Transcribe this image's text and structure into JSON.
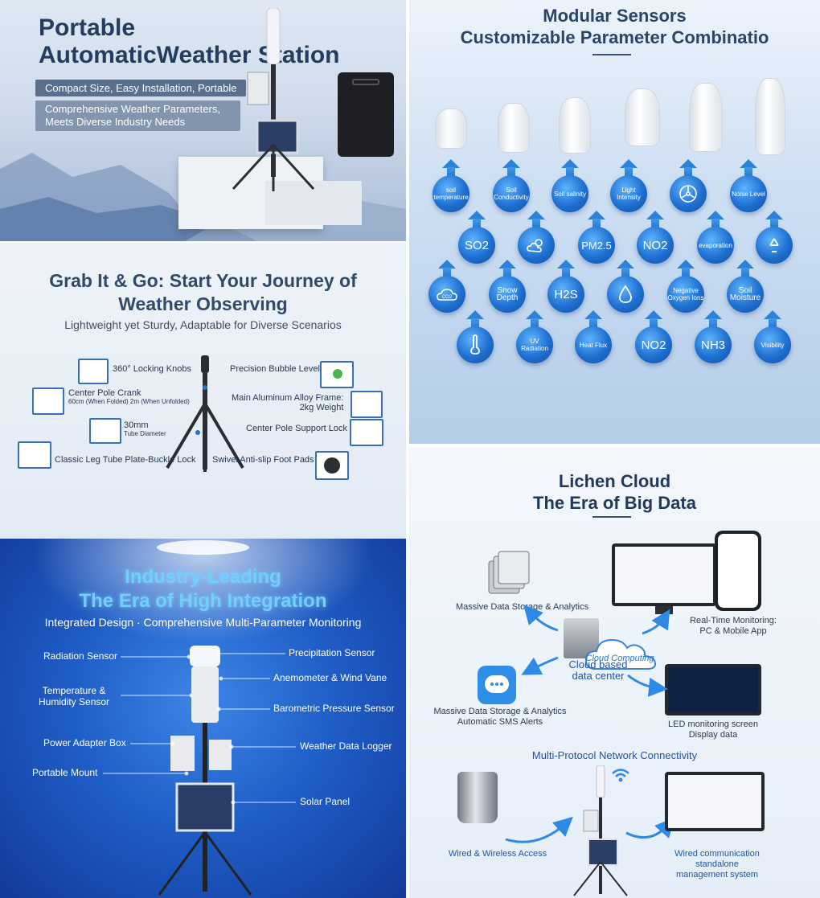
{
  "panel1": {
    "title_line1": "Portable",
    "title_line2": "AutomaticWeather Station",
    "pill1": "Compact Size, Easy Installation, Portable",
    "pill2_line1": "Comprehensive Weather Parameters,",
    "pill2_line2": "Meets Diverse Industry Needs"
  },
  "panel2": {
    "heading_line1": "Grab It & Go: Start Your Journey of",
    "heading_line2": "Weather Observing",
    "subtitle": "Lightweight yet Sturdy, Adaptable for Diverse Scenarios",
    "labels": {
      "locking_knobs": "360° Locking Knobs",
      "center_pole_crank": "Center Pole Crank",
      "crank_note": "60cm (When Folded) 2m (When Unfolded)",
      "tube": "30mm",
      "tube_note": "Tube Diameter",
      "leg_lock": "Classic Leg Tube Plate-Buckle Lock",
      "bubble_level": "Precision Bubble Level",
      "frame_line1": "Main Aluminum Alloy Frame:",
      "frame_line2": "2kg Weight",
      "support_lock": "Center Pole Support Lock",
      "foot_pads": "Swivel Anti-slip Foot Pads"
    }
  },
  "panel3": {
    "heading_line1": "Industry-Leading",
    "heading_line2": "The Era of High Integration",
    "subtitle": "Integrated Design · Comprehensive Multi-Parameter Monitoring",
    "labels": {
      "radiation": "Radiation Sensor",
      "temp_line1": "Temperature &",
      "temp_line2": "Humidity Sensor",
      "power": "Power Adapter Box",
      "mount": "Portable Mount",
      "precip": "Precipitation Sensor",
      "anemometer": "Anemometer & Wind Vane",
      "pressure": "Barometric Pressure Sensor",
      "logger": "Weather Data Logger",
      "solar": "Solar Panel"
    }
  },
  "panel4": {
    "heading_line1": "Modular Sensors",
    "heading_line2": "Customizable Parameter Combinatio",
    "row1": [
      "soil temperature",
      "Soil Conductivity",
      "Soil salinity",
      "Light Intensity",
      "",
      "Noise Level"
    ],
    "row2": [
      "SO2",
      "",
      "PM2.5",
      "NO2",
      "evaporation",
      ""
    ],
    "row3": [
      "",
      "Snow Depth",
      "H2S",
      "",
      "Negative Oxygen Ions",
      "Soil Moisture"
    ],
    "row4": [
      "",
      "UV Radiation",
      "Heat Flux",
      "NO2",
      "NH3",
      "Visibility"
    ],
    "icons": {
      "r1c5": "wind-turbine-icon",
      "r2c2": "cloud-sun-icon",
      "r2c6": "recycle-icon",
      "r3c1": "co2-cloud-icon",
      "r3c4": "water-drop-icon",
      "r4c1": "thermometer-icon"
    },
    "co2_label": "CO2"
  },
  "panel5": {
    "heading_line1": "Lichen Cloud",
    "heading_line2": "The Era of Big Data",
    "storage": "Massive Data Storage & Analytics",
    "realtime_line1": "Real-Time Monitoring:",
    "realtime_line2": "PC & Mobile App",
    "cloud_word": "Cloud Computing",
    "cloud_line1": "Cloud based",
    "cloud_line2": "data center",
    "sms_line1": "Massive Data Storage & Analytics",
    "sms_line2": "Automatic SMS Alerts",
    "led_line1": "LED monitoring screen",
    "led_line2": "Display data",
    "protocol": "Multi-Protocol Network Connectivity",
    "wired_wireless": "Wired & Wireless Access",
    "wired_line1": "Wired communication",
    "wired_line2": "standalone",
    "wired_line3": "management system"
  }
}
